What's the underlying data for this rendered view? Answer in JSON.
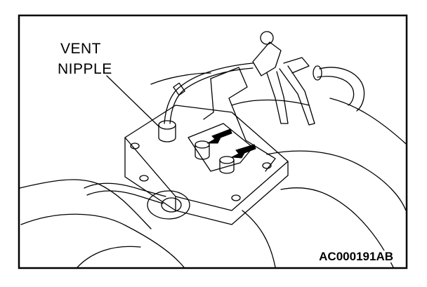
{
  "callout": {
    "line1": "VENT",
    "line2": "NIPPLE"
  },
  "figure_code": "AC000191AB",
  "colors": {
    "line": "#000000",
    "background": "#ffffff"
  }
}
